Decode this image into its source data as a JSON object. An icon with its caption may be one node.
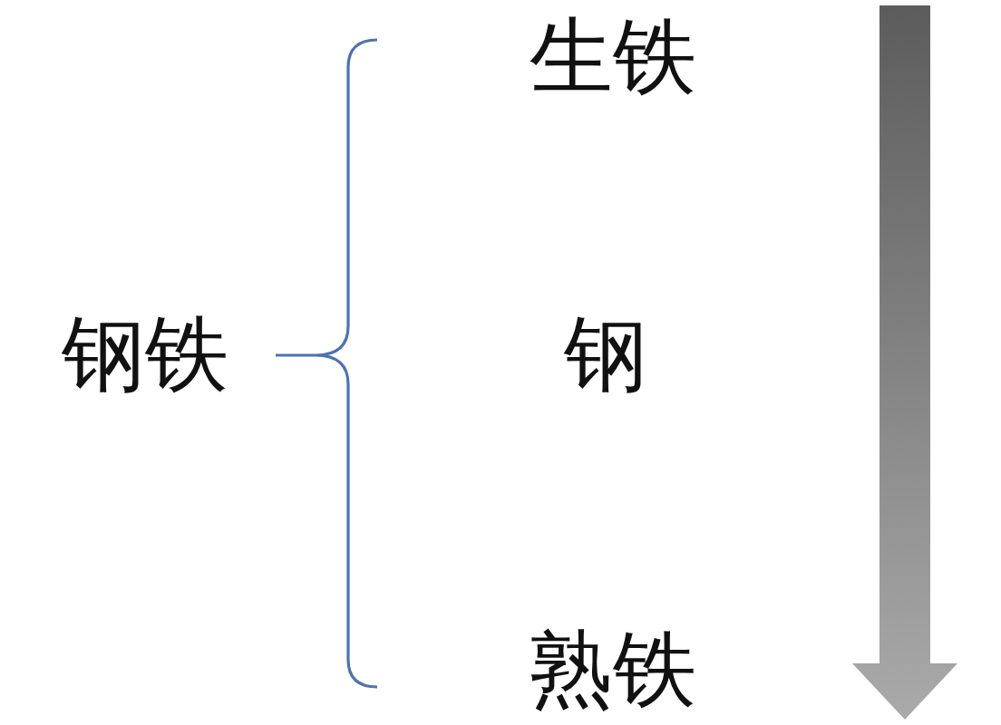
{
  "diagram": {
    "labels": [
      "生铁",
      "钢铁",
      "钢",
      "熟铁"
    ]
  }
}
